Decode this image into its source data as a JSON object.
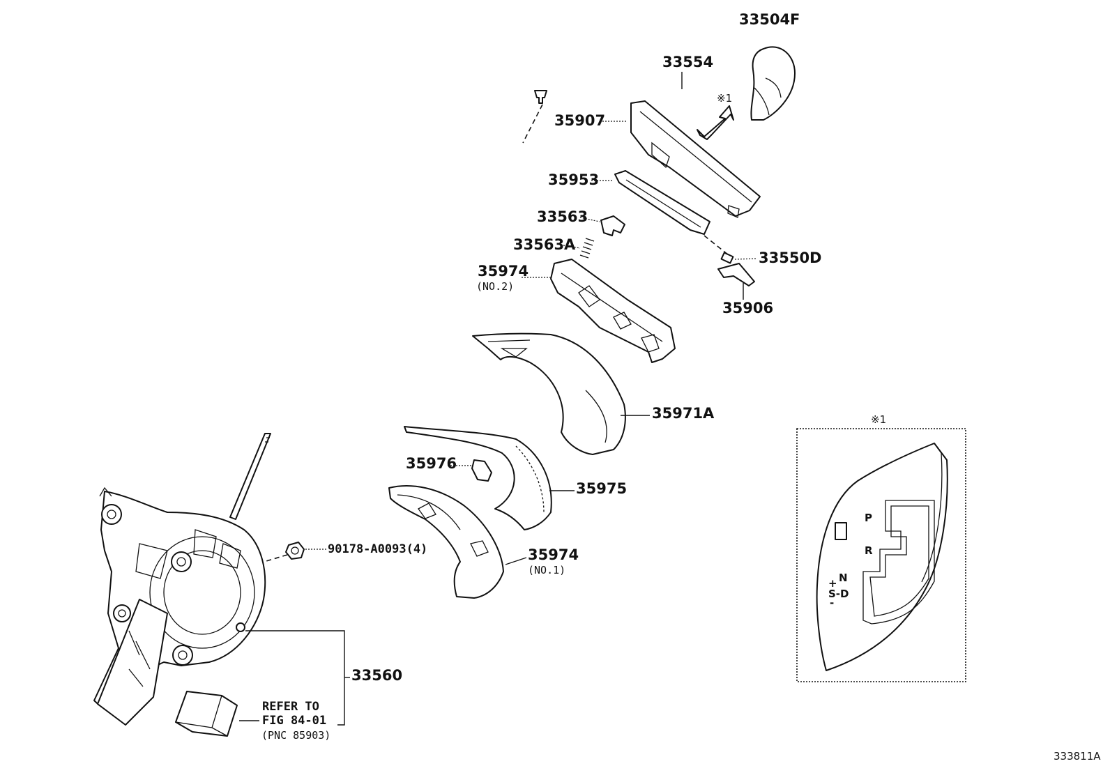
{
  "diagram_code": "333811A",
  "callouts": {
    "knob": "33504F",
    "screw_33554": "33554",
    "mark": "※1",
    "bezel": "35907",
    "plate_35953": "35953",
    "clip_33563": "33563",
    "spring_33563a": "33563A",
    "cover_no2": "35974",
    "cover_no2_sub": "(NO.2)",
    "pin_33550d": "33550D",
    "part_35906": "35906",
    "housing_35971a": "35971A",
    "sheet_35976": "35976",
    "sheet_35975": "35975",
    "cover_no1": "35974",
    "cover_no1_sub": "(NO.1)",
    "nut": "90178-A0093(4)",
    "assembly": "33560",
    "refer_line1": "REFER TO",
    "refer_line2": "FIG 84-01",
    "refer_pnc": "(PNC 85903)"
  },
  "detail_view": {
    "title": "※1",
    "gears": {
      "p": "P",
      "r": "R",
      "n": "N",
      "plus": "+",
      "s_d": "S-D",
      "minus": "-"
    }
  }
}
